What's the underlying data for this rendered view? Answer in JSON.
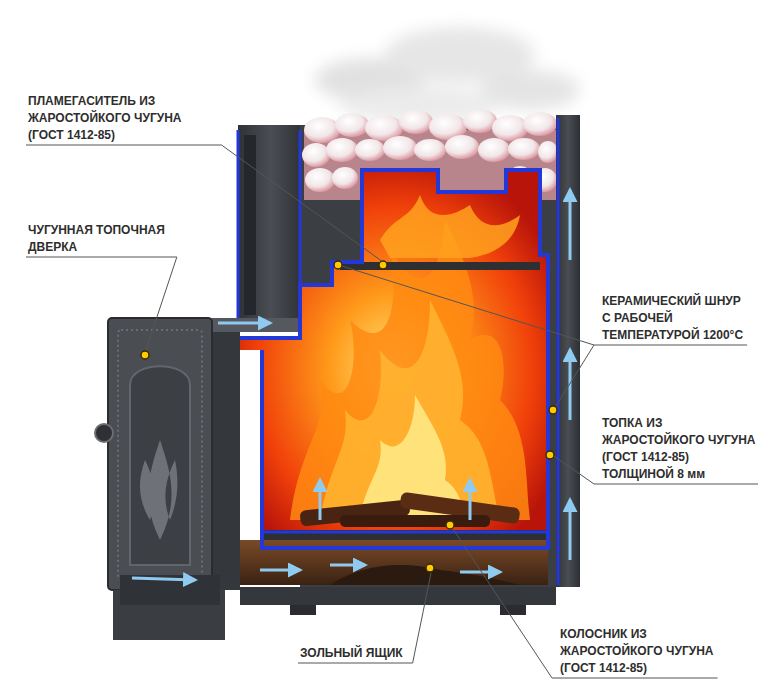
{
  "diagram": {
    "labels": [
      "ПЛАМЕГАСИТЕЛЬ ИЗ ЖАРОСТОЙКОГО ЧУГУНА (ГОСТ 1412-85)",
      "ЧУГУННАЯ ТОПОЧНАЯ ДВЕРКА",
      "КЕРАМИЧЕСКИЙ ШНУР С РАБОЧЕЙ ТЕМПЕРАТУРОЙ 1200°С",
      "ТОПКА ИЗ ЖАРОСТОЙКОГО ЧУГУНА (ГОСТ 1412-85) ТОЛЩИНОЙ 8 мм",
      "ЗОЛЬНЫЙ ЯЩИК",
      "КОЛОСНИК ИЗ ЖАРОСТОЙКОГО ЧУГУНА (ГОСТ 1412-85)"
    ]
  }
}
